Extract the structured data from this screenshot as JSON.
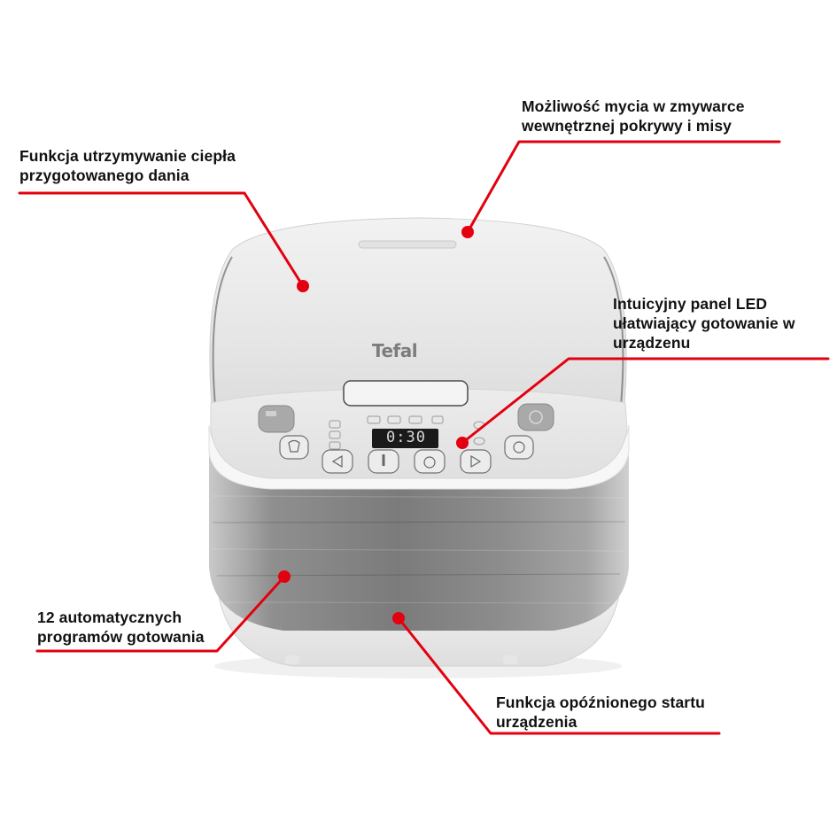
{
  "product": {
    "brand": "Tefal",
    "display_time": "0:30"
  },
  "callouts": [
    {
      "id": "keep-warm",
      "lines": [
        "Funkcja utrzymywanie ciepła",
        "przygotowanego dania"
      ]
    },
    {
      "id": "dishwasher-safe",
      "lines": [
        "Możliwość mycia w zmywarce",
        "wewnętrznej pokrywy i misy"
      ]
    },
    {
      "id": "led-panel",
      "lines": [
        "Intuicyjny panel LED",
        "ułatwiający gotowanie w",
        "urządzenu"
      ]
    },
    {
      "id": "auto-programs",
      "lines": [
        "12 automatycznych",
        "programów gotowania"
      ]
    },
    {
      "id": "delayed-start",
      "lines": [
        "Funkcja opóźnionego startu",
        "urządzenia"
      ]
    }
  ],
  "panel": {
    "buttons": [
      {
        "name": "menu-button",
        "icon": "chef-hat-icon"
      },
      {
        "name": "left-arrow-button",
        "icon": "left-arrow-icon"
      },
      {
        "name": "temperature-button",
        "icon": "thermometer-icon"
      },
      {
        "name": "timer-button",
        "icon": "stopwatch-icon"
      },
      {
        "name": "right-arrow-button",
        "icon": "right-arrow-icon"
      },
      {
        "name": "delay-start-button",
        "icon": "clock-icon"
      },
      {
        "name": "keep-warm-button",
        "icon": "keep-warm-icon"
      },
      {
        "name": "power-button",
        "icon": "power-icon"
      }
    ]
  },
  "colors": {
    "accent": "#e3000f",
    "text": "#111111",
    "lid": "#eaeaea",
    "body": "#8a8a8a"
  }
}
